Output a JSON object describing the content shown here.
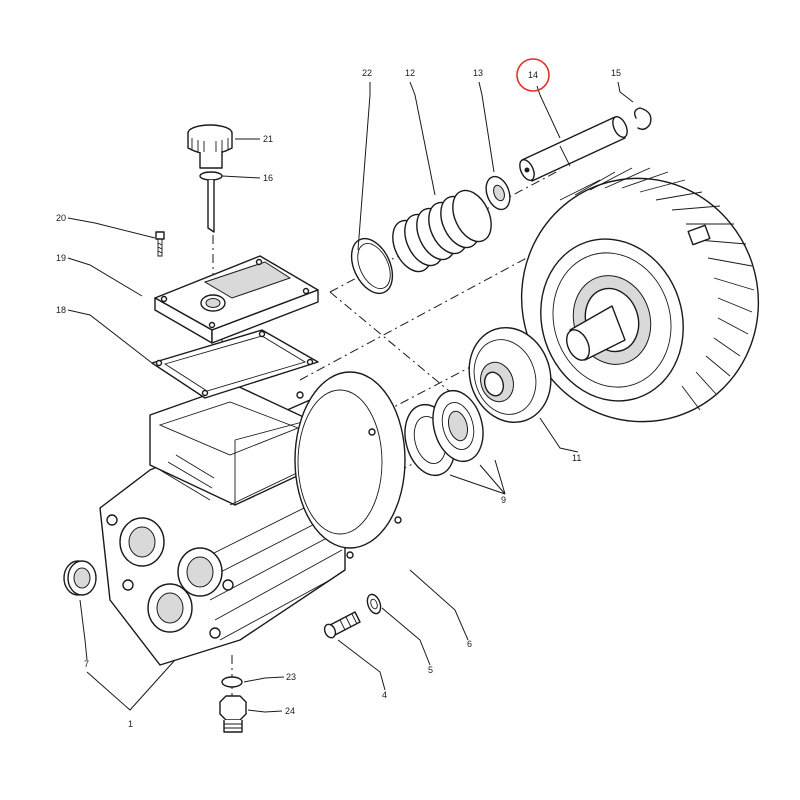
{
  "diagram": {
    "highlight_color": "#e0302a",
    "labels": [
      {
        "id": "1",
        "text": "1"
      },
      {
        "id": "4",
        "text": "4"
      },
      {
        "id": "5",
        "text": "5"
      },
      {
        "id": "6",
        "text": "6"
      },
      {
        "id": "7",
        "text": "7"
      },
      {
        "id": "9",
        "text": "9"
      },
      {
        "id": "11",
        "text": "11"
      },
      {
        "id": "12",
        "text": "12"
      },
      {
        "id": "13",
        "text": "13"
      },
      {
        "id": "14",
        "text": "14",
        "highlighted": true
      },
      {
        "id": "15",
        "text": "15"
      },
      {
        "id": "16",
        "text": "16"
      },
      {
        "id": "18",
        "text": "18"
      },
      {
        "id": "19",
        "text": "19"
      },
      {
        "id": "20",
        "text": "20"
      },
      {
        "id": "21",
        "text": "21"
      },
      {
        "id": "22",
        "text": "22"
      },
      {
        "id": "23",
        "text": "23"
      },
      {
        "id": "24",
        "text": "24"
      }
    ]
  }
}
